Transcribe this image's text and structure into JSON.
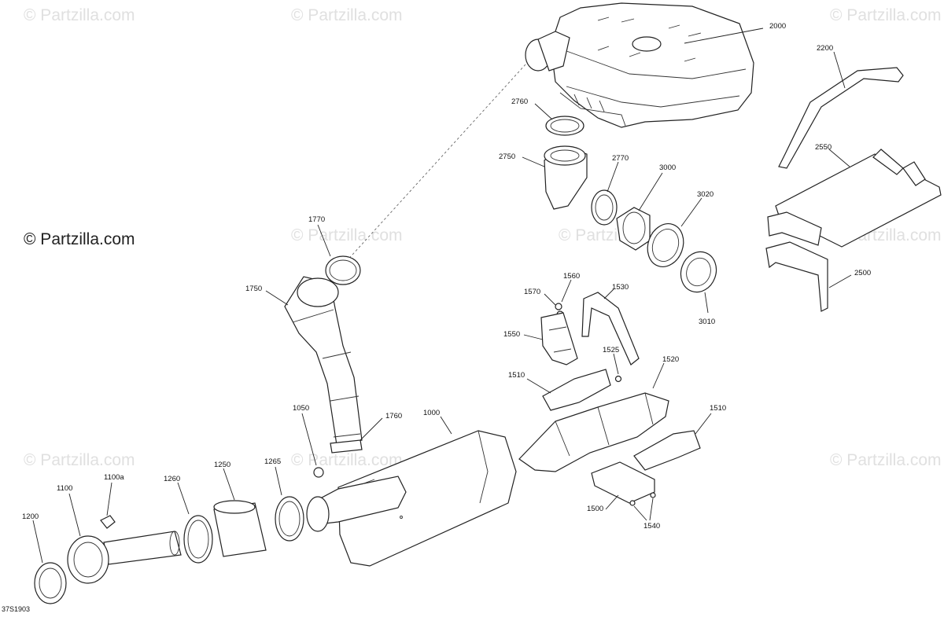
{
  "watermark": {
    "text": "© Partzilla.com",
    "main_text": "© Partzilla.com"
  },
  "diagram_code": "37S1903",
  "callouts": {
    "c2000": "2000",
    "c2200": "2200",
    "c2550": "2550",
    "c2500": "2500",
    "c2760": "2760",
    "c2750": "2750",
    "c2770": "2770",
    "c3000": "3000",
    "c3020": "3020",
    "c3010": "3010",
    "c1770": "1770",
    "c1750": "1750",
    "c1560": "1560",
    "c1570": "1570",
    "c1530": "1530",
    "c1550": "1550",
    "c1525": "1525",
    "c1520": "1520",
    "c1510a": "1510",
    "c1510b": "1510",
    "c1050": "1050",
    "c1760": "1760",
    "c1000": "1000",
    "c1265": "1265",
    "c1250": "1250",
    "c1260": "1260",
    "c1100a": "1100a",
    "c1100": "1100",
    "c1200": "1200",
    "c1500": "1500",
    "c1540": "1540"
  }
}
